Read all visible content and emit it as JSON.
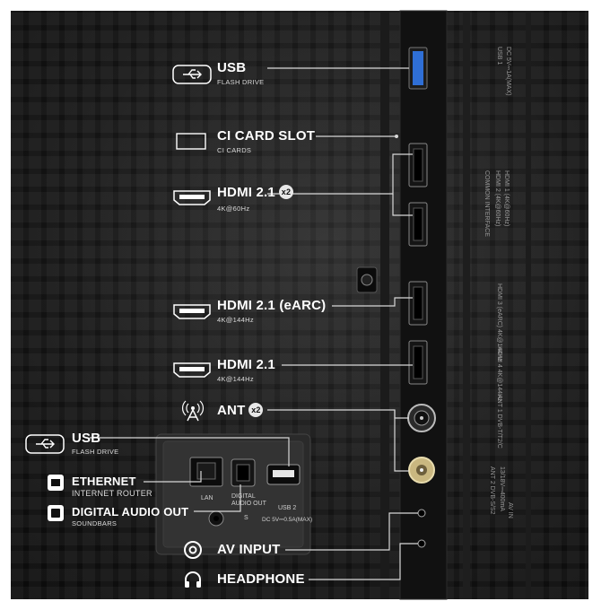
{
  "labels": {
    "usb_top": {
      "title": "USB",
      "sub": "FLASH DRIVE"
    },
    "ci_card": {
      "title": "CI CARD SLOT",
      "sub": "CI CARDS"
    },
    "hdmi_x2": {
      "title": "HDMI 2.1",
      "badge": "x2",
      "sub": "4K@60Hz"
    },
    "hdmi_earc": {
      "title": "HDMI 2.1 (eARC)",
      "sub": "4K@144Hz"
    },
    "hdmi_single": {
      "title": "HDMI 2.1",
      "sub": "4K@144Hz"
    },
    "ant": {
      "title": "ANT",
      "badge": "x2"
    },
    "usb_bottom": {
      "title": "USB",
      "sub": "FLASH DRIVE"
    },
    "ethernet": {
      "title": "ETHERNET",
      "sub": "INTERNET ROUTER"
    },
    "digital_audio": {
      "title": "DIGITAL AUDIO OUT",
      "sub": "SOUNDBARS"
    },
    "av_input": {
      "title": "AV INPUT"
    },
    "headphone": {
      "title": "HEADPHONE"
    }
  },
  "panel_text": {
    "lan": "LAN",
    "digital_audio_out": "DIGITAL\nAUDIO OUT",
    "usb2": "USB 2",
    "usb2_power": "DC 5V⎓0.5A(MAX)",
    "s_mark": "S",
    "usb1_side": "USB 1",
    "usb1_power": "DC 5V⎓1A(MAX)",
    "common_interface": "COMMON INTERFACE",
    "hdmi2": "HDMI 2 (4K@60Hz)",
    "hdmi1": "HDMI 1 (4K@60Hz)",
    "hdmi3": "HDMI 3 (eARC) 4K@144Hz",
    "hdmi4": "HDMI 4 4K@144Hz",
    "ant1": "ANT 1 DVB-T/T2/C",
    "ant2": "ANT 2 DVB-S/S2",
    "ant2_power": "13/18V⎓400mA",
    "av_in": "AV IN"
  },
  "colors": {
    "background": "#0f0f0f",
    "text": "#ffffff",
    "usb_blue": "#2f6fd6",
    "line": "#d8d8d8"
  }
}
